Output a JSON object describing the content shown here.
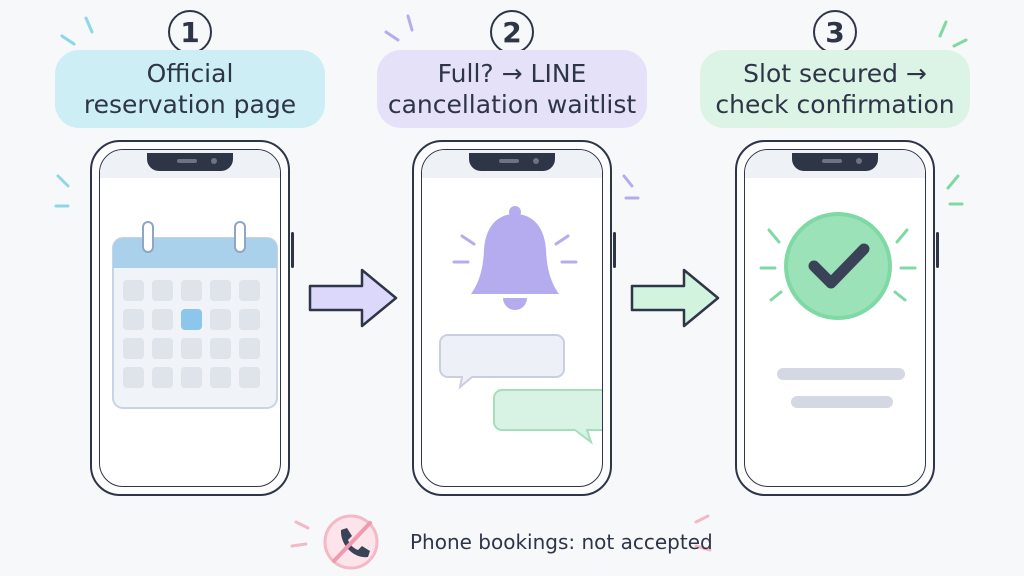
{
  "steps": [
    {
      "number": "1",
      "title_line1": "Official",
      "title_line2": "reservation page",
      "label_color": "#cdeef5"
    },
    {
      "number": "2",
      "title_line1": "Full? → LINE",
      "title_line2": "cancellation waitlist",
      "label_color": "#e5e1f8"
    },
    {
      "number": "3",
      "title_line1": "Slot secured →",
      "title_line2": "check confirmation",
      "label_color": "#dcf4e6"
    }
  ],
  "icons": {
    "step1": "calendar-icon",
    "step2": "bell-icon",
    "step3": "check-circle-icon",
    "footer": "no-phone-icon"
  },
  "calendar": {
    "rows": 4,
    "cols": 5,
    "highlight_row": 1,
    "highlight_col": 2
  },
  "colors": {
    "outline": "#2e3547",
    "blue": "#a9d1ec",
    "purple": "#b5acf0",
    "green": "#9be2b8",
    "pink": "#f4b8c6"
  },
  "footer": {
    "text": "Phone bookings: not accepted"
  }
}
